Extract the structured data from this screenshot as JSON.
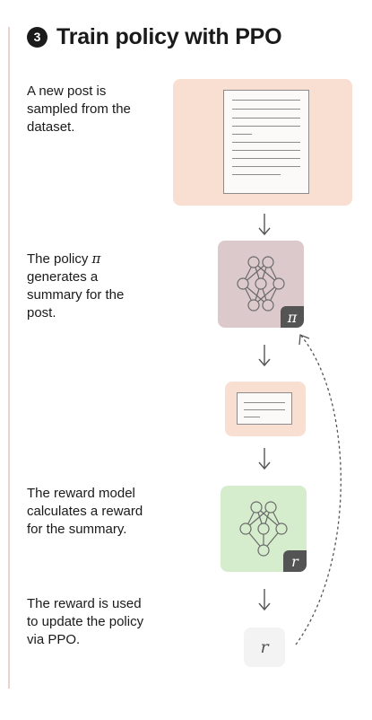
{
  "header": {
    "step_number": "3",
    "title": "Train policy with PPO"
  },
  "steps": [
    {
      "text": "A new post is sampled from the dataset."
    },
    {
      "text_before": "The policy ",
      "symbol": "π",
      "text_after": " generates a summary for the post."
    },
    {
      "text": "The reward model calculates a reward for the summary."
    },
    {
      "text": "The reward is used to update the policy via PPO."
    }
  ],
  "nodes": {
    "policy_tag": "π",
    "reward_model_tag": "r",
    "reward_value": "r"
  },
  "colors": {
    "post_card": "#f9dfd1",
    "policy_card": "#dcc9cb",
    "reward_model_card": "#d6edcd",
    "reward_value_card": "#f3f3f3",
    "tag": "#545454",
    "line": "#8c8c8c",
    "arrow": "#555555"
  },
  "icons": [
    "document-icon",
    "neural-network-icon",
    "summary-document-icon",
    "down-arrow-icon",
    "dashed-loop-arrow-icon"
  ]
}
